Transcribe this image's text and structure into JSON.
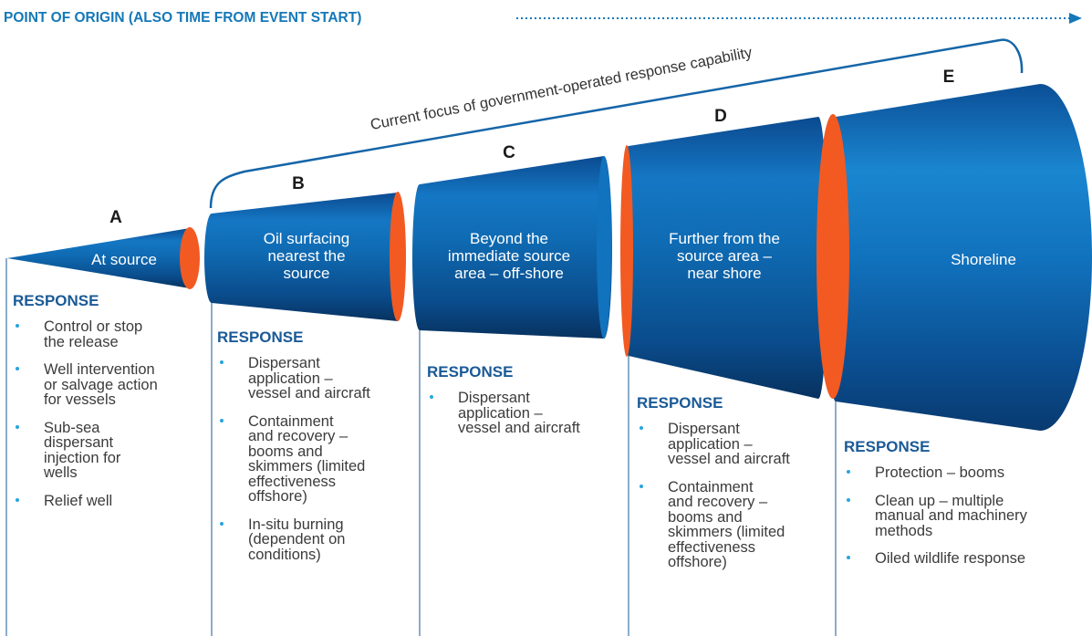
{
  "header": {
    "title": "POINT OF ORIGIN (ALSO TIME FROM EVENT START)"
  },
  "focus_bracket": {
    "label": "Current focus of government-operated response capability"
  },
  "colors": {
    "cone_blue": "#0f6bb3",
    "cone_dark": "#0b3f7a",
    "ring_orange": "#f25a22",
    "heading_blue": "#1a5a96",
    "header_blue": "#1478b8",
    "bullet_cyan": "#29a5e0"
  },
  "stages": [
    {
      "letter": "A",
      "name": "At source",
      "response_heading": "RESPONSE",
      "items": [
        "Control or stop\nthe release",
        "Well intervention\nor salvage action\nfor vessels",
        "Sub-sea\ndispersant\ninjection for\nwells",
        "Relief well"
      ]
    },
    {
      "letter": "B",
      "name": "Oil surfacing\nnearest the\nsource",
      "response_heading": "RESPONSE",
      "items": [
        "Dispersant\napplication –\nvessel and aircraft",
        "Containment\nand recovery –\nbooms and\nskimmers (limited\neffectiveness\noffshore)",
        "In-situ burning\n(dependent on\nconditions)"
      ]
    },
    {
      "letter": "C",
      "name": "Beyond the\nimmediate source\narea – off-shore",
      "response_heading": "RESPONSE",
      "items": [
        "Dispersant\napplication –\nvessel and aircraft"
      ]
    },
    {
      "letter": "D",
      "name": "Further from the\nsource area –\nnear shore",
      "response_heading": "RESPONSE",
      "items": [
        "Dispersant\napplication –\nvessel and aircraft",
        "Containment\nand recovery –\nbooms and\nskimmers (limited\neffectiveness\noffshore)"
      ]
    },
    {
      "letter": "E",
      "name": "Shoreline",
      "response_heading": "RESPONSE",
      "items": [
        "Protection – booms",
        "Clean up – multiple\nmanual and machinery\nmethods",
        "Oiled wildlife response"
      ]
    }
  ]
}
